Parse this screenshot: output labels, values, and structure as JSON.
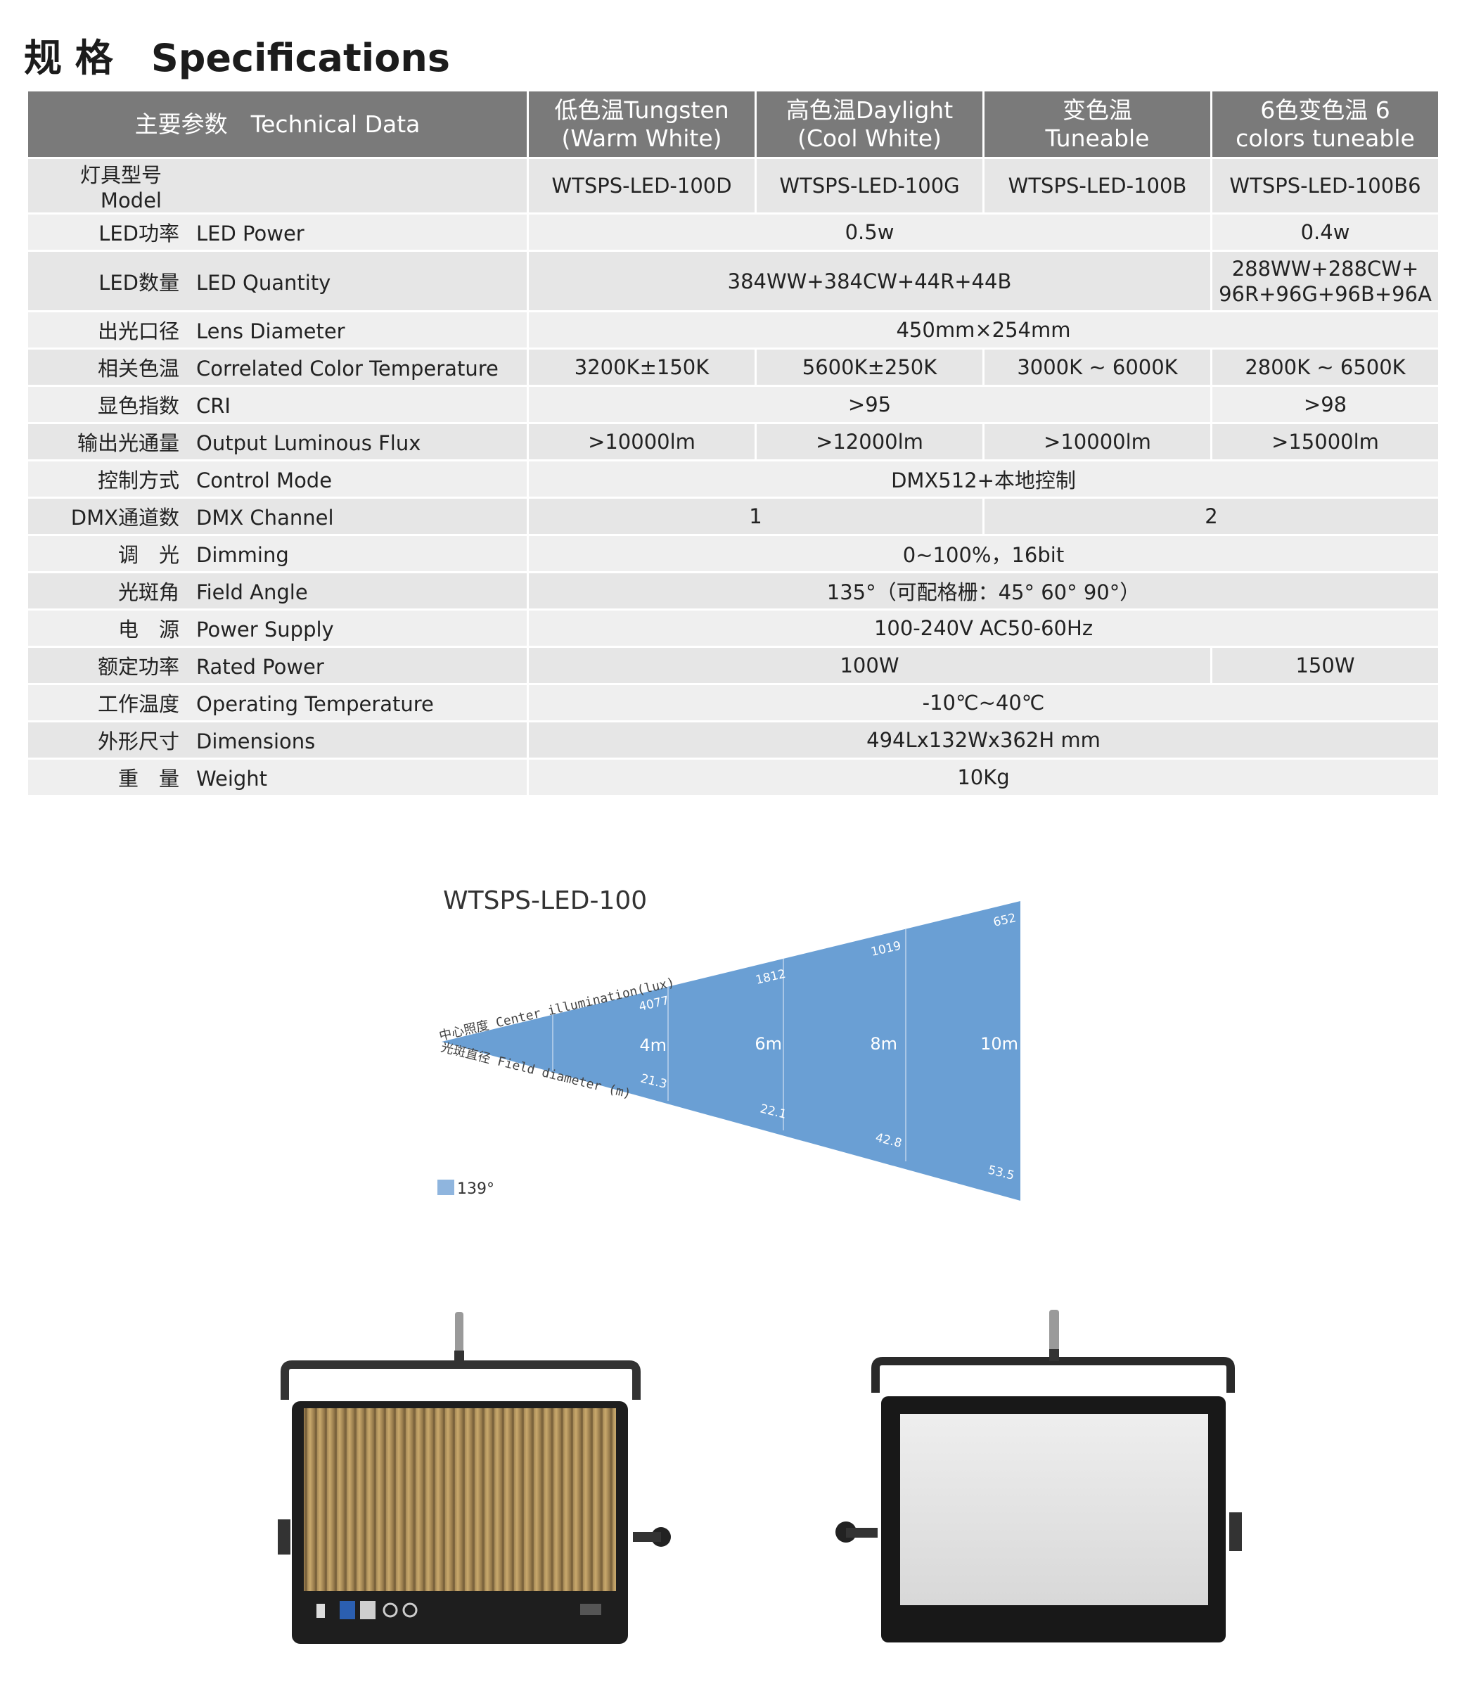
{
  "page": {
    "title_cn": "规 格",
    "title_en": "Specifications"
  },
  "colors": {
    "header_bg": "#7a7a7a",
    "row_bg_a": "#e6e6e6",
    "row_bg_b": "#efefef",
    "beam_blue": "#6a9fd4"
  },
  "table": {
    "header": {
      "param": "主要参数　Technical Data",
      "col1_l1": "低色温Tungsten",
      "col1_l2": "(Warm White)",
      "col2_l1": "高色温Daylight",
      "col2_l2": "(Cool White)",
      "col3_l1": "变色温",
      "col3_l2": "Tuneable",
      "col4_l1": "6色变色温 6",
      "col4_l2": "colors tuneable"
    },
    "model": {
      "label": "灯具型号Model",
      "v1": "WTSPS-LED-100D",
      "v2": "WTSPS-LED-100G",
      "v3": "WTSPS-LED-100B",
      "v4": "WTSPS-LED-100B6"
    },
    "power": {
      "cn": "LED功率",
      "en": "LED Power",
      "v123": "0.5w",
      "v4": "0.4w"
    },
    "quantity": {
      "cn": "LED数量",
      "en": "LED Quantity",
      "v123": "384WW+384CW+44R+44B",
      "v4_l1": "288WW+288CW+",
      "v4_l2": "96R+96G+96B+96A"
    },
    "lens": {
      "cn": "出光口径",
      "en": "Lens Diameter",
      "v": "450mm×254mm"
    },
    "cct": {
      "cn": "相关色温",
      "en": "Correlated Color Temperature",
      "v1": "3200K±150K",
      "v2": "5600K±250K",
      "v3": "3000K ~ 6000K",
      "v4": "2800K ~ 6500K"
    },
    "cri": {
      "cn": "显色指数",
      "en": "CRI",
      "v123": ">95",
      "v4": ">98"
    },
    "flux": {
      "cn": "输出光通量",
      "en": "Output Luminous Flux",
      "v1": ">10000lm",
      "v2": ">12000lm",
      "v3": ">10000lm",
      "v4": ">15000lm"
    },
    "control": {
      "cn": "控制方式",
      "en": "Control Mode",
      "v": "DMX512+本地控制"
    },
    "dmx": {
      "cn": "DMX通道数",
      "en": "DMX Channel",
      "v12": "1",
      "v34": "2"
    },
    "dimming": {
      "cn": "调　光",
      "en": "Dimming",
      "v": "0~100%，16bit"
    },
    "field": {
      "cn": "光斑角",
      "en": "Field Angle",
      "v": "135°（可配格栅：45°  60°  90°）"
    },
    "supply": {
      "cn": "电　源",
      "en": "Power Supply",
      "v": "100-240V AC50-60Hz"
    },
    "rated": {
      "cn": "额定功率",
      "en": "Rated Power",
      "v123": "100W",
      "v4": "150W"
    },
    "temp": {
      "cn": "工作温度",
      "en": "Operating Temperature",
      "v": "-10℃~40℃"
    },
    "dims": {
      "cn": "外形尺寸",
      "en": "Dimensions",
      "v": "494Lx132Wx362H mm"
    },
    "weight": {
      "cn": "重　量",
      "en": "Weight",
      "v": "10Kg"
    }
  },
  "beam": {
    "title": "WTSPS-LED-100",
    "top_axis_label": "中心照度 Center illumination(lux)",
    "bottom_axis_label": "光斑直径 Field diameter (m)",
    "legend": "139°",
    "distances": [
      "4m",
      "6m",
      "8m",
      "10m"
    ],
    "lux": [
      "4077",
      "1812",
      "1019",
      "652"
    ],
    "diameters": [
      "21.3",
      "22.1",
      "42.8",
      "53.5"
    ]
  }
}
